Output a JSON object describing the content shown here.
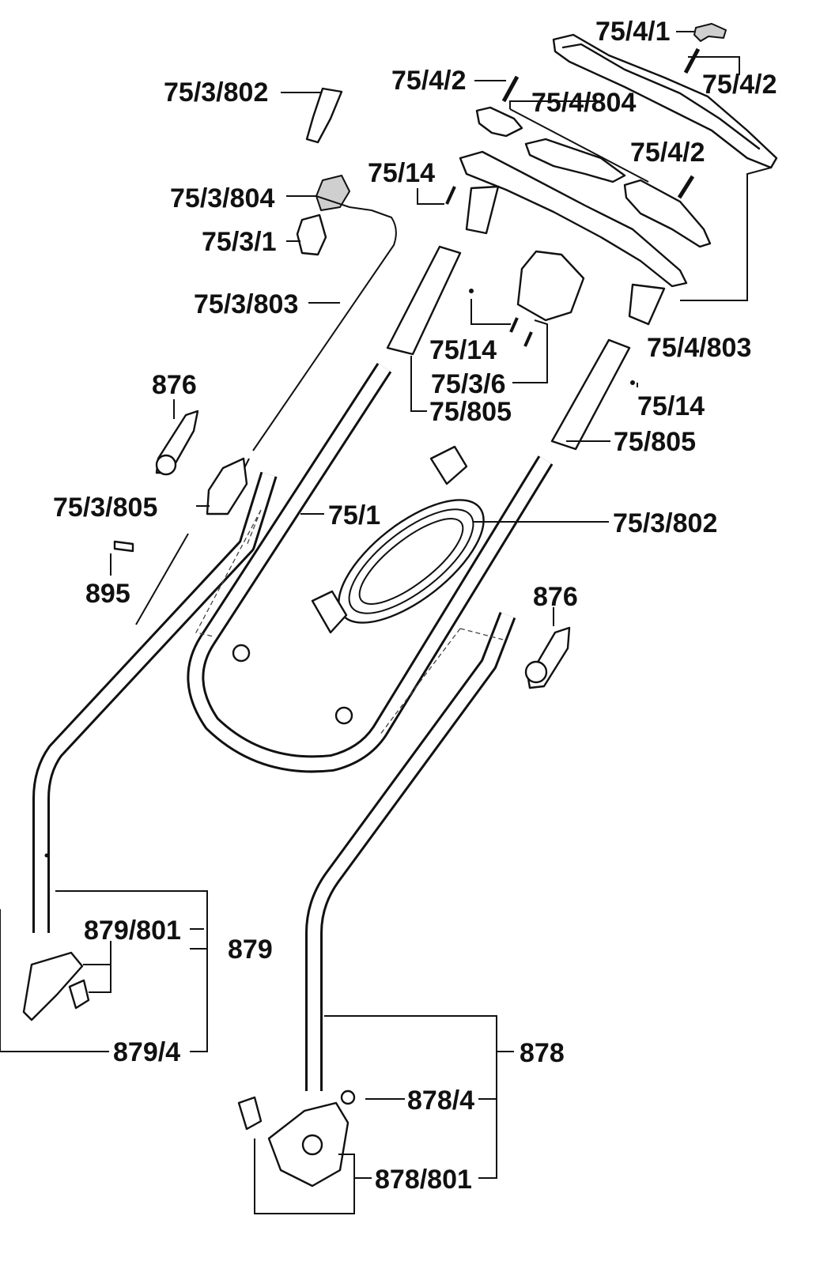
{
  "labels": {
    "l_75_4_1": "75/4/1",
    "l_75_4_2_a": "75/4/2",
    "l_75_4_2_b": "75/4/2",
    "l_75_4_2_c": "75/4/2",
    "l_75_4_804": "75/4/804",
    "l_75_3_802_top": "75/3/802",
    "l_75_14_a": "75/14",
    "l_75_3_804": "75/3/804",
    "l_75_3_1": "75/3/1",
    "l_75_3_803": "75/3/803",
    "l_75_14_b": "75/14",
    "l_75_4_803": "75/4/803",
    "l_75_3_6": "75/3/6",
    "l_75_805_a": "75/805",
    "l_75_14_c": "75/14",
    "l_876_a": "876",
    "l_75_805_b": "75/805",
    "l_75_3_805": "75/3/805",
    "l_75_1": "75/1",
    "l_75_3_802_mid": "75/3/802",
    "l_895": "895",
    "l_876_b": "876",
    "l_879_801": "879/801",
    "l_879": "879",
    "l_879_4": "879/4",
    "l_878": "878",
    "l_878_4": "878/4",
    "l_878_801": "878/801"
  }
}
